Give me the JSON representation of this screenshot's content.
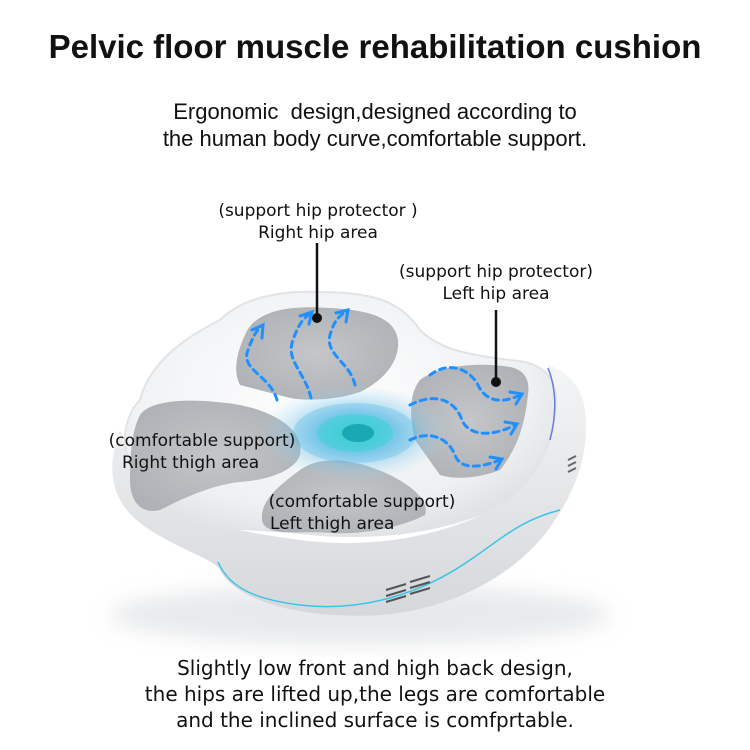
{
  "header": {
    "title": "Pelvic floor muscle rehabilitation cushion",
    "subtitle_line1": "Ergonomic  design,designed according to",
    "subtitle_line2": "the human body curve,comfortable support."
  },
  "callouts": {
    "right_hip": {
      "line1": "(support hip protector )",
      "line2": "Right hip area"
    },
    "left_hip": {
      "line1": "(support hip protector)",
      "line2": "Left hip area"
    },
    "right_thigh": {
      "line1": "(comfortable support)",
      "line2": "Right thigh area"
    },
    "left_thigh": {
      "line1": "(comfortable support)",
      "line2": "Left thigh area"
    }
  },
  "footer": {
    "line1": "Slightly low front and high back design,",
    "line2": "the hips are lifted up,the legs are comfortable",
    "line3": "and the inclined surface is comfprtable."
  },
  "colors": {
    "cushion_body": "#f2f3f5",
    "pad_gray": "#b9bcc0",
    "airflow_blue": "#1e90ff",
    "center_glow": "#3fd6d8",
    "edge_light": "#39c3e6"
  }
}
